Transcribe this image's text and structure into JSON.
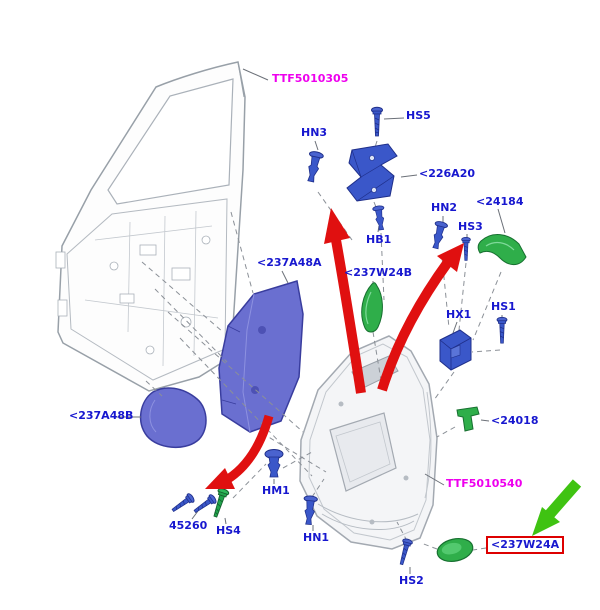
{
  "diagram": {
    "type": "exploded-parts-diagram",
    "colors": {
      "label_blue": "#1717cf",
      "label_magenta": "#ee00ee",
      "part_purple": "#6a6fd0",
      "part_blue": "#3a57c9",
      "part_green": "#2fae4a",
      "arrow_red": "#e01010",
      "arrow_green": "#3fc312",
      "highlight_box_red": "#dd0000"
    }
  },
  "labels": {
    "ttf5010305": {
      "text": "TTF5010305"
    },
    "hn3": {
      "text": "HN3"
    },
    "hs5": {
      "text": "HS5"
    },
    "p226a20": {
      "text": "<226A20"
    },
    "hn2": {
      "text": "HN2"
    },
    "p24184": {
      "text": "<24184"
    },
    "hs3": {
      "text": "HS3"
    },
    "hb1": {
      "text": "HB1"
    },
    "p237a48a": {
      "text": "<237A48A"
    },
    "p237w24b": {
      "text": "<237W24B"
    },
    "hx1": {
      "text": "HX1"
    },
    "hs1": {
      "text": "HS1"
    },
    "p237a48b": {
      "text": "<237A48B"
    },
    "p24018": {
      "text": "<24018"
    },
    "hm1": {
      "text": "HM1"
    },
    "ttf5010540": {
      "text": "TTF5010540"
    },
    "p45260": {
      "text": "45260"
    },
    "hs4": {
      "text": "HS4"
    },
    "hn1": {
      "text": "HN1"
    },
    "p237w24a": {
      "text": "<237W24A"
    },
    "hs2": {
      "text": "HS2"
    }
  }
}
